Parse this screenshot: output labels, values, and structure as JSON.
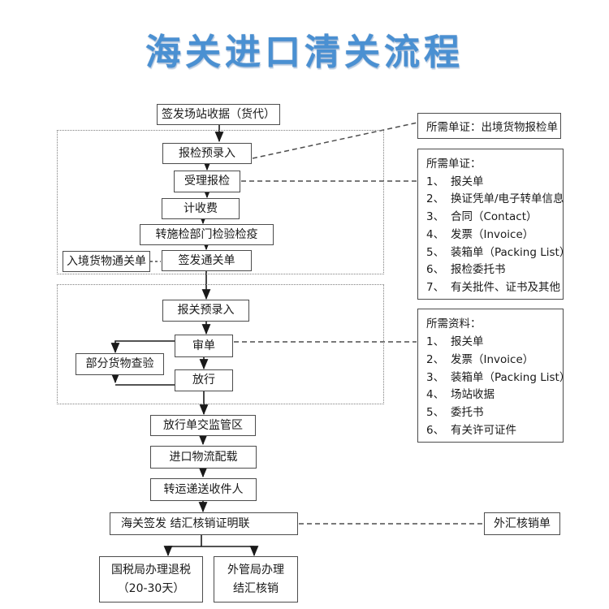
{
  "title": "海关进口清关流程",
  "colors": {
    "title_blue": "#4a90d2",
    "box_border": "#4c4c4c",
    "ink": "#1a1a1a",
    "dash": "#4d4d4d",
    "group_dot": "#7f7f7f"
  },
  "nodes": {
    "issue_station_receipt": "签发场站收据（货代）",
    "inspection_pre_entry": "报检预录入",
    "accept_inspection": "受理报检",
    "fee_calculation": "计收费",
    "transfer_inspection_dept": "转施检部门检验检疫",
    "issue_clearance_note": "签发通关单",
    "entry_goods_clearance_note": "入境货物通关单",
    "declaration_pre_entry": "报关预录入",
    "document_review": "审单",
    "partial_goods_inspection": "部分货物查验",
    "release": "放行",
    "release_note_to_supervision": "放行单交监管区",
    "import_logistics_loading": "进口物流配载",
    "transfer_delivery_consignee": "转运递送收件人",
    "customs_issue_settlement_copy": "海关签发 结汇核销证明联",
    "tax_refund_line1": "国税局办理退税",
    "tax_refund_line2": "（20-30天）",
    "safe_settlement_line1": "外管局办理",
    "safe_settlement_line2": "结汇核销",
    "forex_verification_form": "外汇核销单"
  },
  "panels": {
    "docs_single": {
      "text": "所需单证：出境货物报检单"
    },
    "docs": {
      "title": "所需单证：",
      "items": [
        {
          "num": "1、",
          "text": "报关单"
        },
        {
          "num": "2、",
          "text": "换证凭单/电子转单信息"
        },
        {
          "num": "3、",
          "text": "合同（Contact）"
        },
        {
          "num": "4、",
          "text": "发票（Invoice）"
        },
        {
          "num": "5、",
          "text": "装箱单（Packing List）"
        },
        {
          "num": "6、",
          "text": "报检委托书"
        },
        {
          "num": "7、",
          "text": "有关批件、证书及其他"
        }
      ]
    },
    "materials": {
      "title": "所需资料：",
      "items": [
        {
          "num": "1、",
          "text": "报关单"
        },
        {
          "num": "2、",
          "text": "发票（Invoice）"
        },
        {
          "num": "3、",
          "text": "装箱单（Packing List）"
        },
        {
          "num": "4、",
          "text": "场站收据"
        },
        {
          "num": "5、",
          "text": "委托书"
        },
        {
          "num": "6、",
          "text": "有关许可证件"
        }
      ]
    }
  }
}
